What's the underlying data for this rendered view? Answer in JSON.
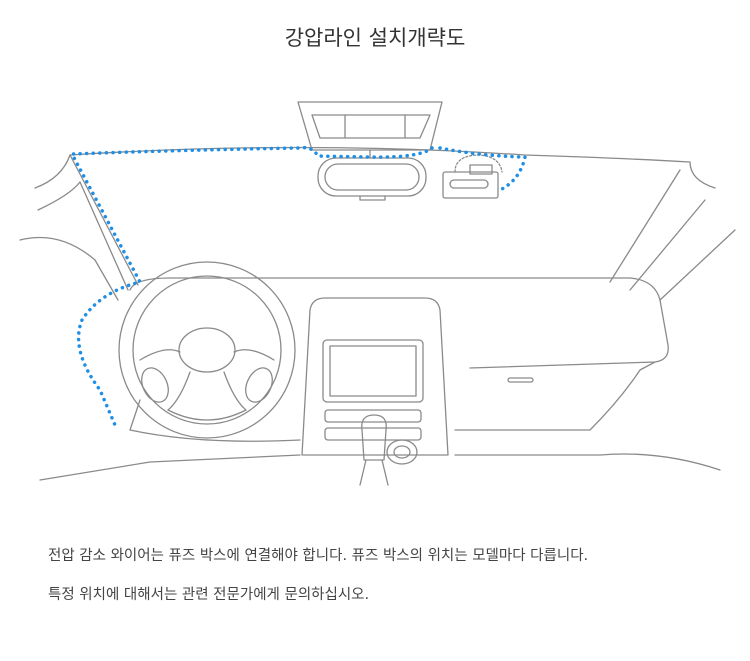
{
  "title": "강압라인 설치개략도",
  "colors": {
    "wire": "#1e8fe6",
    "outline": "#8a8a8a"
  },
  "description_lines": [
    "전압 감소 와이어는 퓨즈 박스에 연결해야 합니다. 퓨즈 박스의 위치는 모델마다 다릅니다.",
    "특정 위치에 대해서는 관련 전문가에게 문의하십시오."
  ]
}
